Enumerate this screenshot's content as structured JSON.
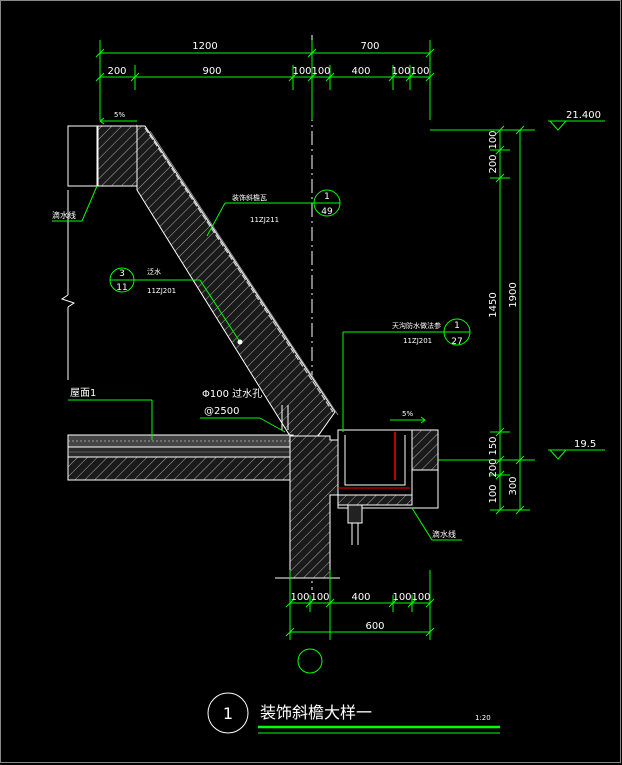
{
  "dimensions_top": {
    "overall_left": "1200",
    "overall_right": "700",
    "segments": [
      "200",
      "900",
      "100",
      "100",
      "400",
      "100",
      "100"
    ]
  },
  "dimensions_bottom": {
    "segments": [
      "100",
      "100",
      "400",
      "100",
      "100"
    ],
    "overall": "600"
  },
  "dimensions_right": {
    "segments": [
      "100",
      "200",
      "1450",
      "150",
      "200",
      "100"
    ],
    "overall_upper": "1900",
    "overall_lower": "300"
  },
  "elevations": {
    "top": "21.400",
    "bottom": "19.5"
  },
  "slopes": {
    "top": "5%",
    "gutter": "5%"
  },
  "annotations": {
    "drip_line_top": "滴水线",
    "drip_line_bottom": "滴水线",
    "roof": "屋面1",
    "drain_hole_size": "Φ100 过水孔",
    "drain_hole_spacing": "@2500",
    "tile_finish": "装饰斜檐瓦",
    "tile_code": "11ZJ211",
    "waterproof": "泛水",
    "waterproof_code": "11ZJ201",
    "gutter_waterproof": "天沟防水做法参",
    "gutter_code": "11ZJ201"
  },
  "references": {
    "tile": {
      "top": "1",
      "bottom": "49"
    },
    "waterproof": {
      "top": "3",
      "bottom": "11"
    },
    "gutter": {
      "top": "1",
      "bottom": "27"
    }
  },
  "title_block": {
    "number": "1",
    "title": "装饰斜檐大样一",
    "scale": "1:20"
  },
  "colors": {
    "background": "#000000",
    "dimension_lines": "#00ff00",
    "outline": "#ffffff",
    "waterproof_red": "#ff0000"
  }
}
